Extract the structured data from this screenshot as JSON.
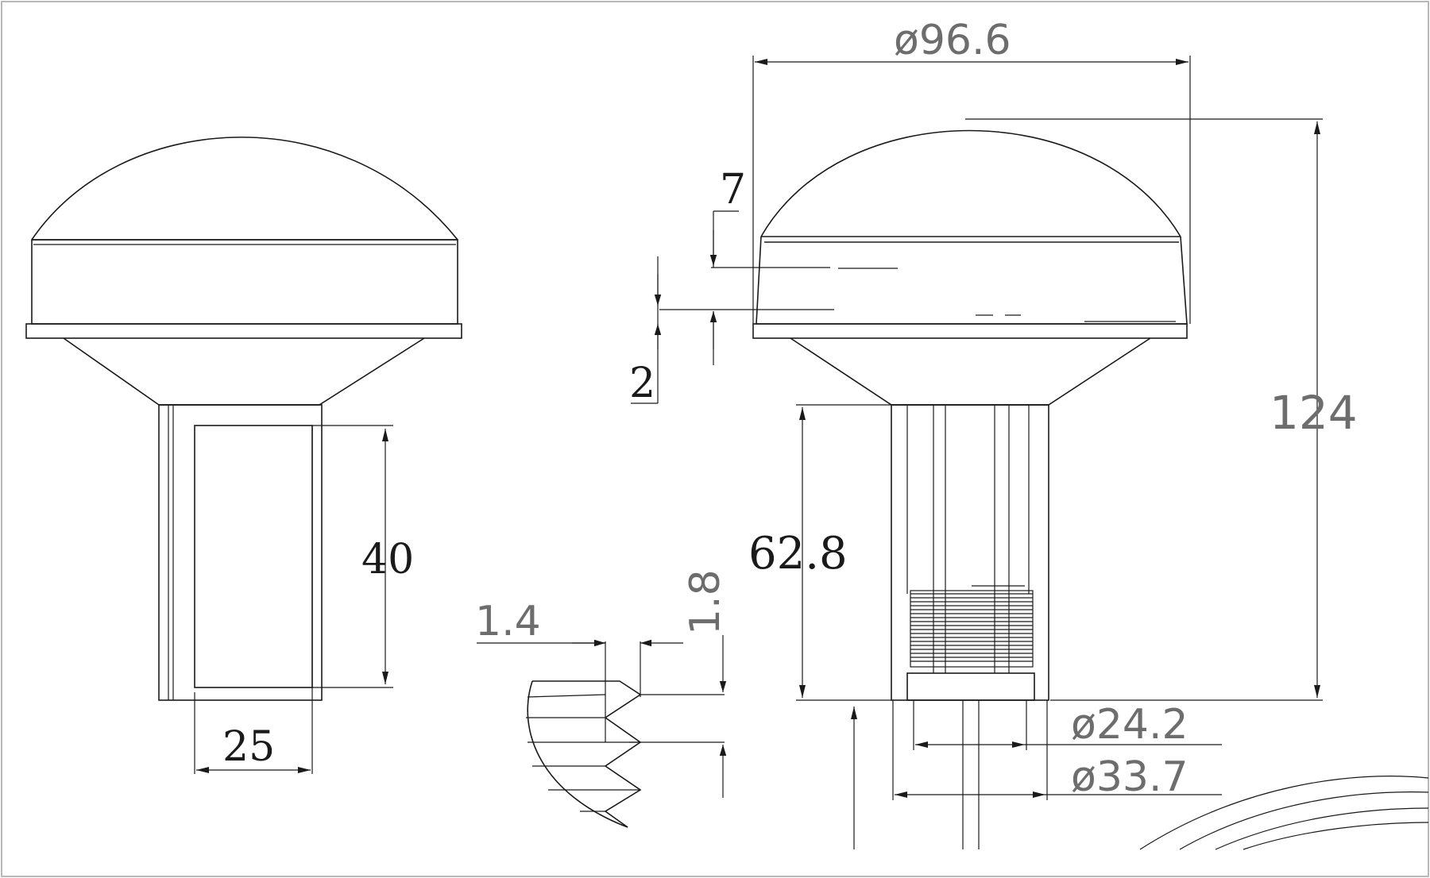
{
  "dimensions": {
    "overall_diameter": "ø96.6",
    "overall_height": "124",
    "cap_offset": "7",
    "rim_thickness": "2",
    "stem_length": "62.8",
    "side_stem_length": "40",
    "side_stem_width": "25",
    "thread_pitch": "1.4",
    "thread_depth": "1.8",
    "thread_diameter": "ø24.2",
    "base_diameter": "ø33.7"
  },
  "colors": {
    "line": "#1a1a1a",
    "light_text": "#6d6d6d",
    "frame": "#b8b8b8"
  }
}
